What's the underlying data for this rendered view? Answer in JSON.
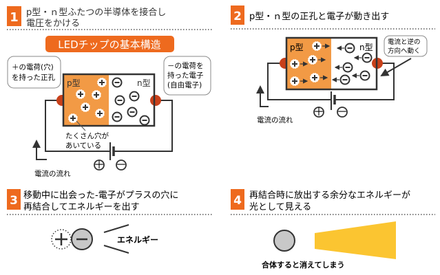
{
  "colors": {
    "accent": "#EE6A1E",
    "p_region": "#F29A45",
    "electrode": "#C8401A",
    "light": "#FBC531",
    "gray": "#C8C8C8"
  },
  "step1": {
    "number": "1",
    "title_line1": "p型・ｎ型ふたつの半導体を接合し",
    "title_line2": "電圧をかける",
    "banner": "LEDチップの基本構造",
    "callout_left": [
      "＋の電荷(穴)",
      "を持った正孔"
    ],
    "callout_right": [
      "－の電荷を",
      "持った電子",
      "(自由電子)"
    ],
    "p_label": "p型",
    "n_label": "n型",
    "note": [
      "たくさん穴が",
      "あいている"
    ],
    "plus": "＋",
    "minus": "－",
    "current_label": "電流の流れ"
  },
  "step2": {
    "number": "2",
    "title": "p型・ｎ型の正孔と電子が動き出す",
    "p_label": "p型",
    "n_label": "n型",
    "callout": [
      "電流と逆の",
      "方向へ動く"
    ],
    "current_label": "電流の流れ"
  },
  "step3": {
    "number": "3",
    "title_line1": "移動中に出会った-電子がプラスの穴に",
    "title_line2": "再結合してエネルギーを出す",
    "energy_label": "エネルギー"
  },
  "step4": {
    "number": "4",
    "title_line1": "再結合時に放出する余分なエネルギーが",
    "title_line2": "光として見える",
    "caption": "合体すると消えてしまう"
  }
}
